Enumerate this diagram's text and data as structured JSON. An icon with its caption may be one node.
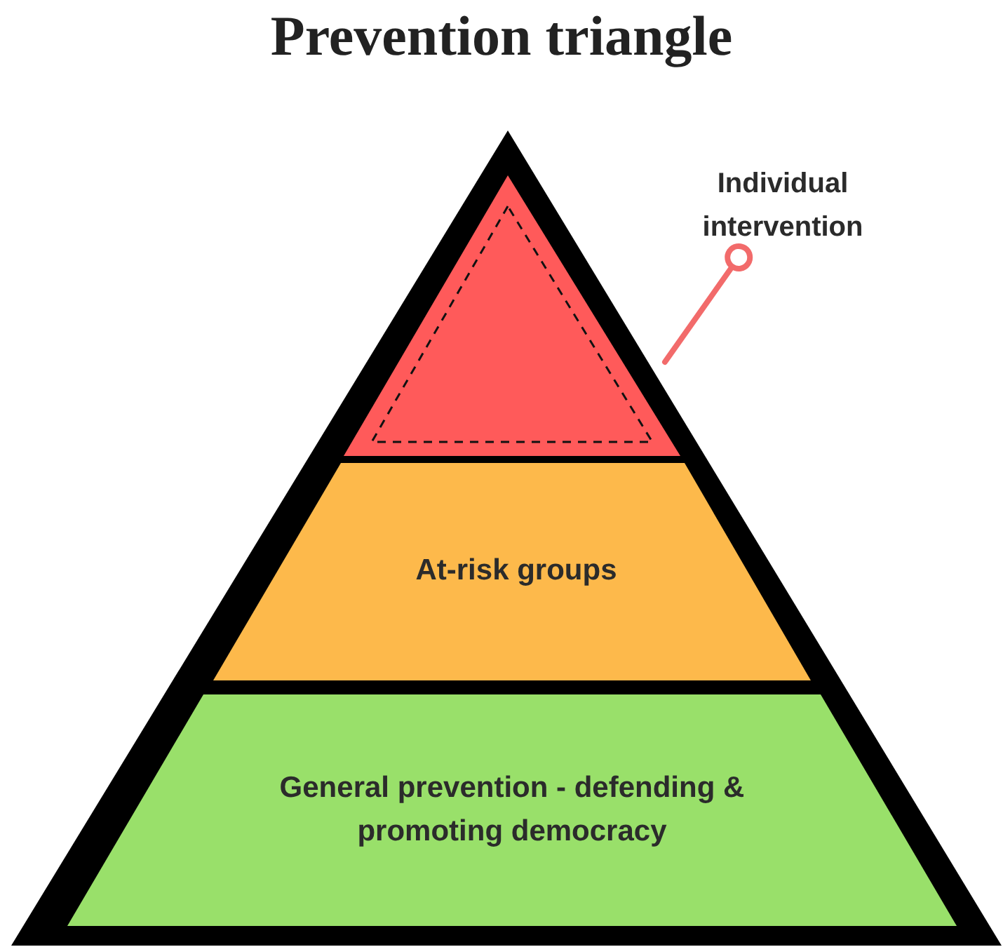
{
  "diagram": {
    "title": "Prevention triangle",
    "nodes": [
      {
        "text": [
          "Individual intervention"
        ]
      },
      {
        "text": [],
        "shape": "triangle"
      },
      {
        "text": [
          "At-risk groups"
        ]
      },
      {
        "text": [
          "General prevention - defending & promoting democracy"
        ]
      }
    ],
    "edges": [
      {
        "from": 0,
        "to": 1,
        "arrow": "other",
        "color": "#f26b6b"
      }
    ]
  }
}
